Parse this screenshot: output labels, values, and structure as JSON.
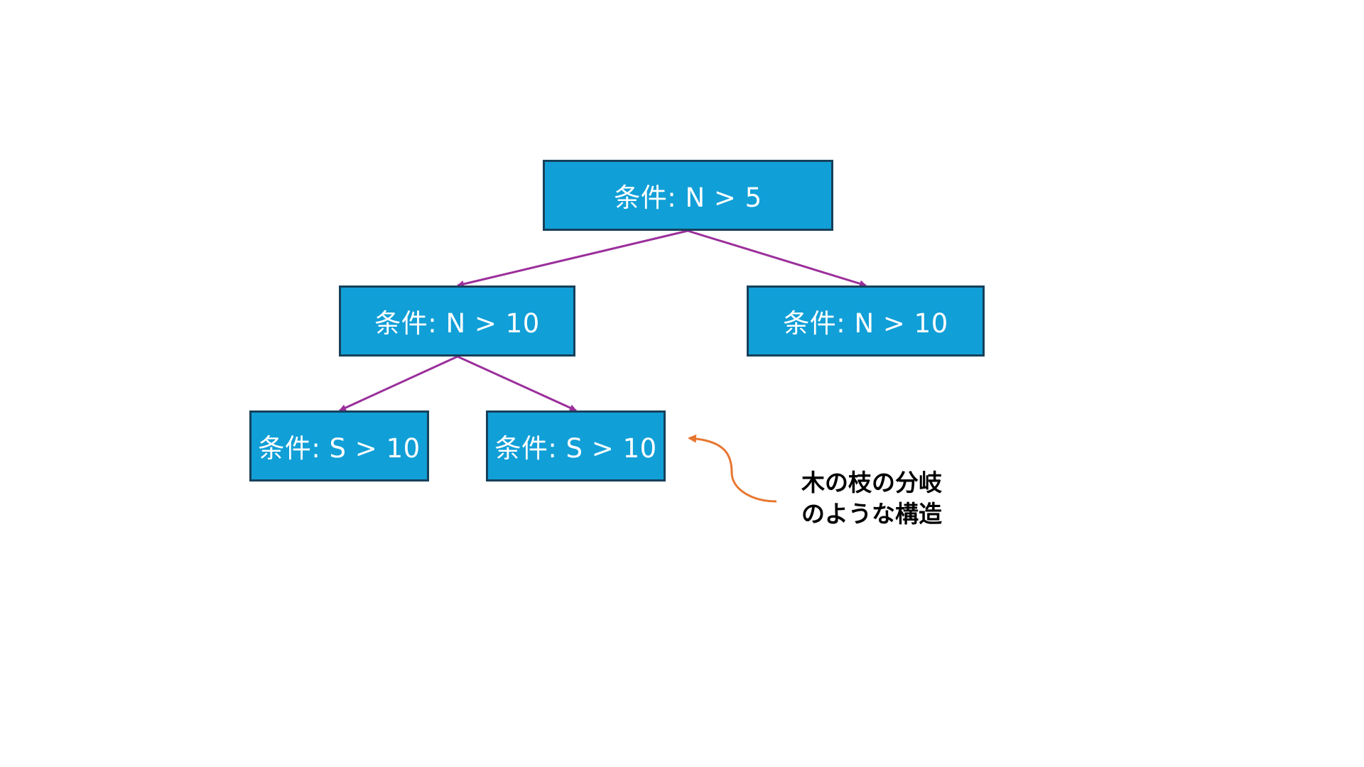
{
  "diagram": {
    "nodes": {
      "root": "条件: N > 5",
      "left": "条件: N > 10",
      "right": "条件: N > 10",
      "left_left": "条件: S > 10",
      "left_right": "条件: S > 10"
    },
    "annotation": {
      "line1": "木の枝の分岐",
      "line2": "のような構造"
    },
    "colors": {
      "node_fill": "#119fd7",
      "node_border": "#17405a",
      "edge": "#9b2f9b",
      "annotation_arrow": "#e7762f"
    }
  }
}
